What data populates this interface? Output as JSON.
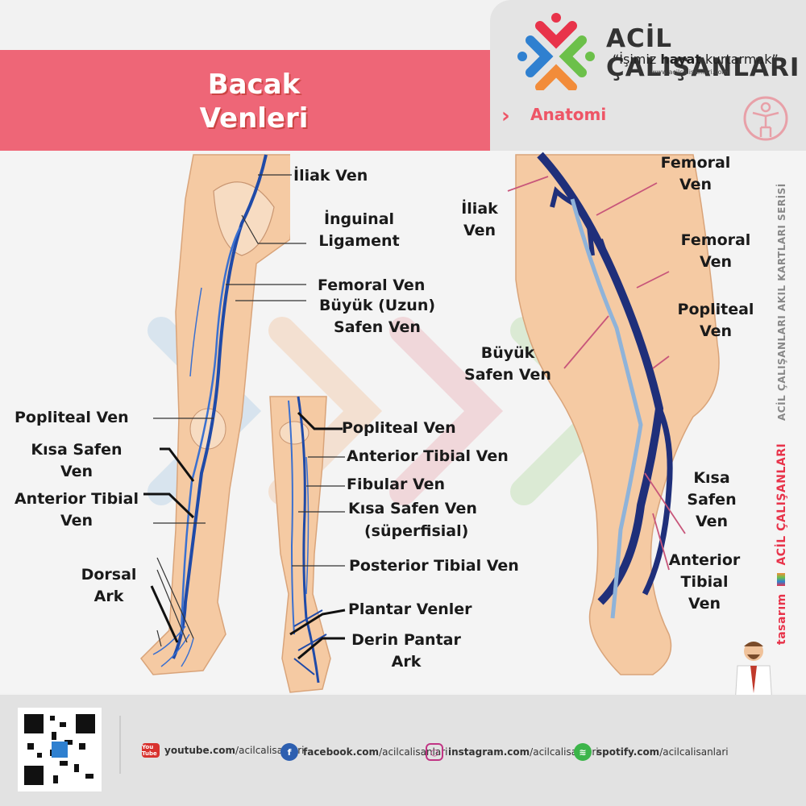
{
  "header": {
    "title_line1": "Bacak",
    "title_line2": "Venleri",
    "category": "Anatomi"
  },
  "brand": {
    "name": "ACİL ÇALIŞANLARI",
    "slogan_prefix": "“İşimiz ",
    "slogan_bold": "hayat",
    "slogan_suffix": " kurtarmak”",
    "url": "www.acilcalisanlari.com",
    "side_series": "ACİL ÇALIŞANLARI AKIL KARTLARI SERİSİ",
    "design_prefix": "tasarım",
    "design_brand": "ACİL ÇALIŞANLARI"
  },
  "labels": {
    "iliak_ven": "İliak Ven",
    "inguinal_1": "İnguinal",
    "inguinal_2": "Ligament",
    "femoral_ven": "Femoral Ven",
    "buyuk_1": "Büyük (Uzun)",
    "buyuk_2": "Safen Ven",
    "popliteal_left": "Popliteal Ven",
    "kisa_safen_1": "Kısa Safen",
    "kisa_safen_2": "Ven",
    "ant_tibial_1": "Anterior Tibial",
    "ant_tibial_2": "Ven",
    "dorsal_1": "Dorsal",
    "dorsal_2": "Ark",
    "mid_popliteal": "Popliteal Ven",
    "mid_ant_tibial": "Anterior Tibial Ven",
    "mid_fibular": "Fibular Ven",
    "mid_kisa_safen": "Kısa Safen Ven",
    "mid_superfisial": "(süperfisial)",
    "mid_post_tibial": "Posterior Tibial Ven",
    "mid_plantar": "Plantar Venler",
    "mid_derin_1": "Derin Pantar",
    "mid_derin_2": "Ark",
    "r_iliak_1": "İliak",
    "r_iliak_2": "Ven",
    "r_femoral1_1": "Femoral",
    "r_femoral1_2": "Ven",
    "r_femoral2_1": "Femoral",
    "r_femoral2_2": "Ven",
    "r_popliteal_1": "Popliteal",
    "r_popliteal_2": "Ven",
    "r_buyuk_1": "Büyük",
    "r_buyuk_2": "Safen Ven",
    "r_kisa_1": "Kısa",
    "r_kisa_2": "Safen",
    "r_kisa_3": "Ven",
    "r_ant_1": "Anterior",
    "r_ant_2": "Tibial",
    "r_ant_3": "Ven"
  },
  "footer": {
    "youtube_domain": "youtube.com",
    "youtube_path": "/acilcalisanlari",
    "facebook_domain": "facebook.com",
    "facebook_path": "/acilcalisanlari",
    "instagram_domain": "instagram.com",
    "instagram_path": "/acilcalisanlari",
    "spotify_domain": "spotify.com",
    "spotify_path": "/acilcalisanlari",
    "youtube_icon": "You Tube"
  },
  "colors": {
    "header": "#ee6677",
    "vein_dark": "#1f2f7a",
    "vein_light": "#8fb3d9",
    "skin": "#f5caa3"
  }
}
